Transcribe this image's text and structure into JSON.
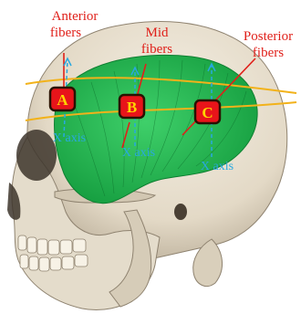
{
  "labels": {
    "anterior": [
      "Anterior",
      "fibers"
    ],
    "mid": [
      "Mid",
      "fibers"
    ],
    "posterior": [
      "Posterior",
      "fibers"
    ]
  },
  "markers": {
    "a": "A",
    "b": "B",
    "c": "C"
  },
  "axes": {
    "a": "X axis",
    "b": "X axis",
    "c": "X axis"
  },
  "colors": {
    "label_text": "#e0201a",
    "pointer_line": "#e0201a",
    "muscle": "#22b14c",
    "muscle_edge": "#0e7f31",
    "band_line": "#f2b21a",
    "axis": "#29a8e0",
    "marker_fill": "#e8141a",
    "marker_stroke": "#2a1200",
    "marker_text": "#ffd400",
    "bone": "#e9e1d1",
    "bone_shadow": "#b9ad97"
  }
}
